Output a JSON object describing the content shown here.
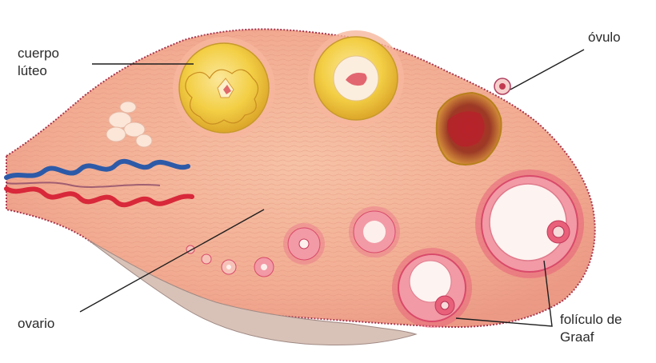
{
  "labels": {
    "cuerpo_luteo_line1": "cuerpo",
    "cuerpo_luteo_line2": "lúteo",
    "ovulo": "óvulo",
    "ovario": "ovario",
    "foliculo_line1": "folículo de",
    "foliculo_line2": "Graaf"
  },
  "colors": {
    "ovary_tissue": "#f3b49a",
    "ovary_outline": "#a8324a",
    "corpus_luteum": "#f0c63a",
    "graafian_follicle": "#e8607a",
    "artery": "#d8283a",
    "vein": "#2d5aa8",
    "label_text": "#2a2a2a"
  }
}
